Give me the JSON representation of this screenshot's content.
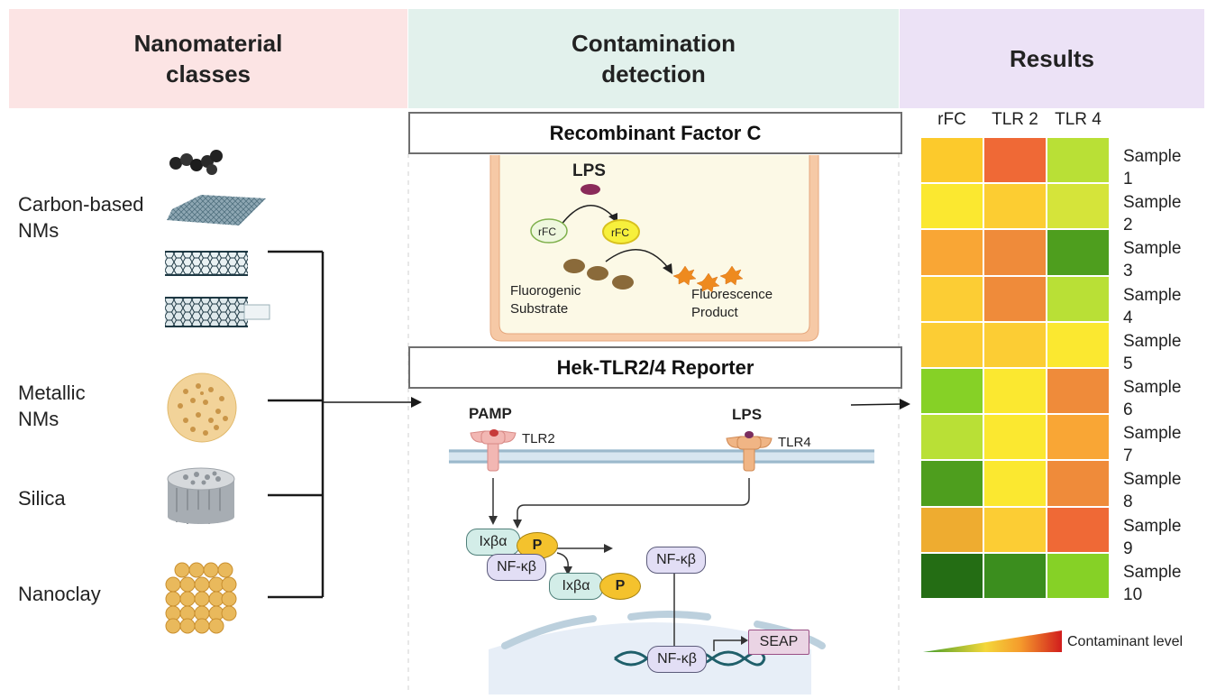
{
  "headers": {
    "nanomaterials": "Nanomaterial\nclasses",
    "detection": "Contamination\ndetection",
    "results": "Results"
  },
  "nm_classes": [
    {
      "label": "Carbon-based\nNMs"
    },
    {
      "label": "Metallic\nNMs"
    },
    {
      "label": "Silica"
    },
    {
      "label": "Nanoclay"
    }
  ],
  "rfc_panel": {
    "title": "Recombinant Factor C",
    "lps": "LPS",
    "rfc1": "rFC",
    "rfc2": "rFC",
    "substrate": "Fluorogenic\nSubstrate",
    "product": "Fluorescence\nProduct"
  },
  "tlr_panel": {
    "title": "Hek-TLR2/4 Reporter",
    "pamp": "PAMP",
    "lps": "LPS",
    "tlr2": "TLR2",
    "tlr4": "TLR4",
    "ixba1": "Ixβα",
    "p1": "P",
    "nfkb1": "NF-κβ",
    "ixba2": "Ixβα",
    "p2": "P",
    "nfkb2": "NF-κβ",
    "nfkb3": "NF-κβ",
    "seap": "SEAP"
  },
  "heatmap": {
    "columns": [
      "rFC",
      "TLR 2",
      "TLR 4"
    ],
    "samples": [
      "Sample\n1",
      "Sample\n2",
      "Sample\n3",
      "Sample\n4",
      "Sample\n5",
      "Sample\n6",
      "Sample\n7",
      "Sample\n8",
      "Sample\n9",
      "Sample\n10"
    ],
    "colors": [
      [
        "#fcca2c",
        "#ef6936",
        "#b9e036"
      ],
      [
        "#fbe830",
        "#fccd32",
        "#d5e43a"
      ],
      [
        "#f9a635",
        "#ef8b3a",
        "#4e9e1e"
      ],
      [
        "#fccd34",
        "#ef8b3a",
        "#b9e036"
      ],
      [
        "#fccd34",
        "#fccd34",
        "#fbe830"
      ],
      [
        "#86d126",
        "#fbe830",
        "#ef8b3a"
      ],
      [
        "#b9e036",
        "#fbe830",
        "#f9a635"
      ],
      [
        "#4e9e1e",
        "#fbe830",
        "#ef8b3a"
      ],
      [
        "#eeac30",
        "#fccd34",
        "#ef6936"
      ],
      [
        "#246d14",
        "#3b8e1e",
        "#86d126"
      ]
    ],
    "legend_label": "Contaminant level"
  }
}
